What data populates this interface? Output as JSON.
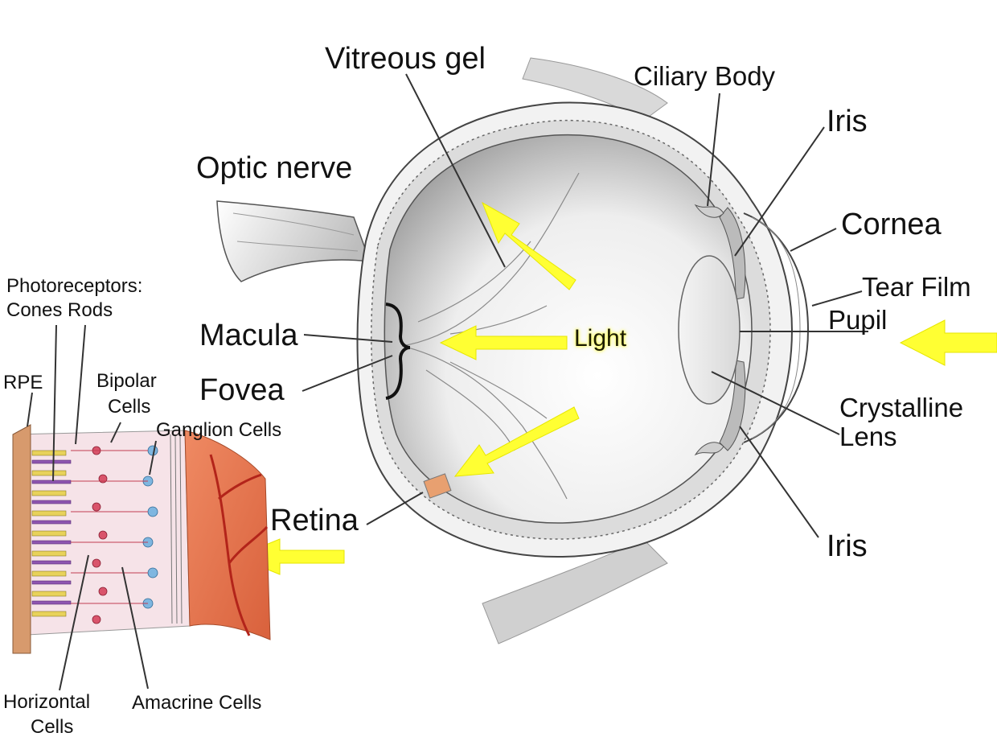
{
  "diagram": {
    "labels": {
      "vitreous_gel": "Vitreous gel",
      "ciliary_body": "Ciliary Body",
      "iris_top": "Iris",
      "optic_nerve": "Optic nerve",
      "cornea": "Cornea",
      "tear_film": "Tear Film",
      "pupil": "Pupil",
      "macula": "Macula",
      "light": "Light",
      "fovea": "Fovea",
      "crystalline": "Crystalline",
      "lens": "Lens",
      "retina": "Retina",
      "iris_bottom": "Iris"
    },
    "retina_inset": {
      "photoreceptors": "Photoreceptors:",
      "cones_rods": "Cones Rods",
      "rpe": "RPE",
      "bipolar": "Bipolar",
      "bipolar_cells": "Cells",
      "ganglion_cells": "Ganglion Cells",
      "horizontal": "Horizontal",
      "horizontal_cells": "Cells",
      "amacrine_cells": "Amacrine Cells"
    },
    "colors": {
      "arrow": "#ffff33",
      "outline": "#333333",
      "tissue": "#e57d5a",
      "vessel": "#c0392b"
    }
  }
}
